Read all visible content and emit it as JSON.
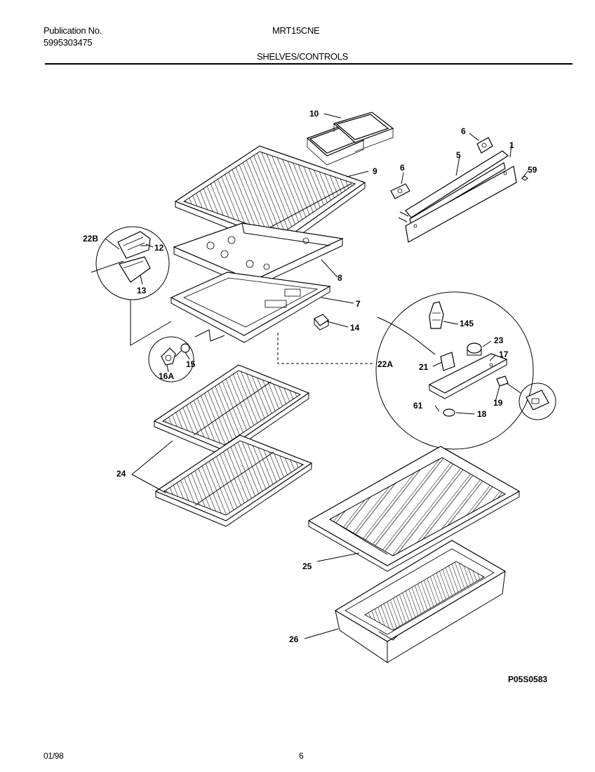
{
  "header": {
    "publication_label": "Publication No.",
    "publication_number": "5995303475",
    "model": "MRT15CNE",
    "section_title": "SHELVES/CONTROLS"
  },
  "parts": {
    "p1": "1",
    "p5": "5",
    "p6a": "6",
    "p6b": "6",
    "p7": "7",
    "p8": "8",
    "p9": "9",
    "p10": "10",
    "p12": "12",
    "p13": "13",
    "p14": "14",
    "p15": "15",
    "p16a": "16A",
    "p17": "17",
    "p18": "18",
    "p19": "19",
    "p21": "21",
    "p22a": "22A",
    "p22b": "22B",
    "p23": "23",
    "p24": "24",
    "p25": "25",
    "p26": "26",
    "p59": "59",
    "p61": "61",
    "p145": "145"
  },
  "footer": {
    "diagram_code": "P05S0583",
    "date": "01/98",
    "page": "6"
  }
}
